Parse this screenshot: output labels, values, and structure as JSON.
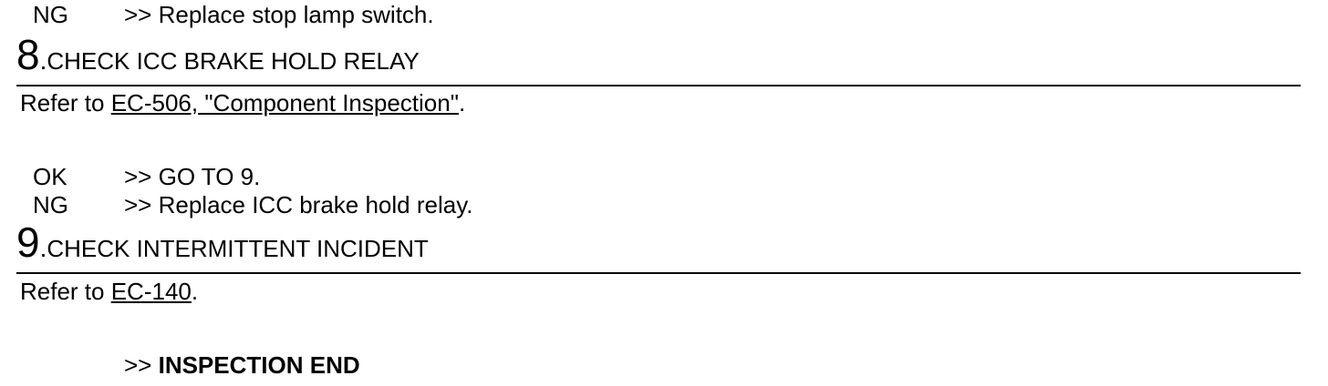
{
  "top": {
    "ng_code": "NG",
    "ng_action": ">> Replace stop lamp switch."
  },
  "step8": {
    "number": "8",
    "dot": ".",
    "title": "CHECK ICC BRAKE HOLD RELAY",
    "refer_prefix": "Refer to ",
    "refer_link": "EC-506, \"Component Inspection\"",
    "refer_suffix": ".",
    "ok_code": "OK",
    "ok_action": ">> GO TO 9.",
    "ng_code": "NG",
    "ng_action": ">> Replace ICC brake hold relay."
  },
  "step9": {
    "number": "9",
    "dot": ".",
    "title": "CHECK INTERMITTENT INCIDENT",
    "refer_prefix": "Refer to ",
    "refer_link": "EC-140",
    "refer_suffix": ".",
    "end_arrow": ">> ",
    "end_text": "INSPECTION END"
  }
}
